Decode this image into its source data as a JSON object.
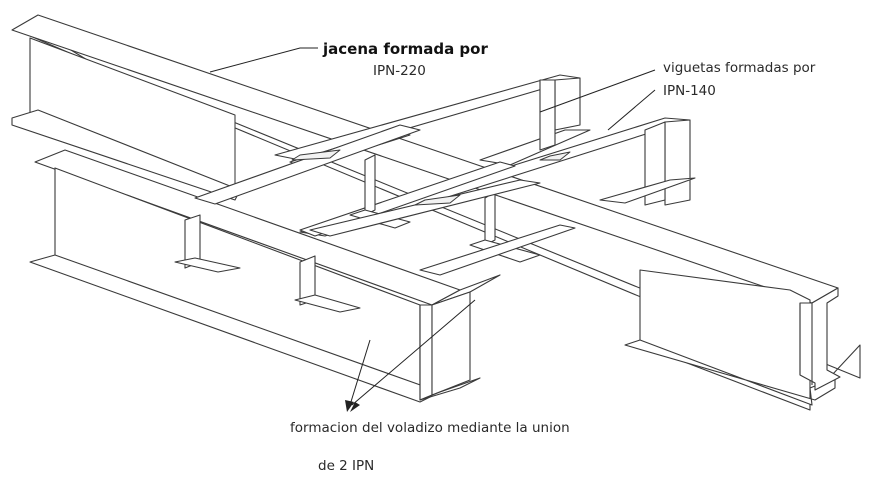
{
  "labels": {
    "jacena_line1": "jacena formada por",
    "jacena_line2": "IPN-220",
    "viguetas_line1": "viguetas formadas por",
    "viguetas_line2": "IPN-140",
    "voladizo_line1": "formacion del voladizo mediante la union",
    "voladizo_line2": "de 2 IPN"
  },
  "colors": {
    "line": "#3a3a3a",
    "text": "#2a2a2a",
    "background": "#ffffff"
  }
}
